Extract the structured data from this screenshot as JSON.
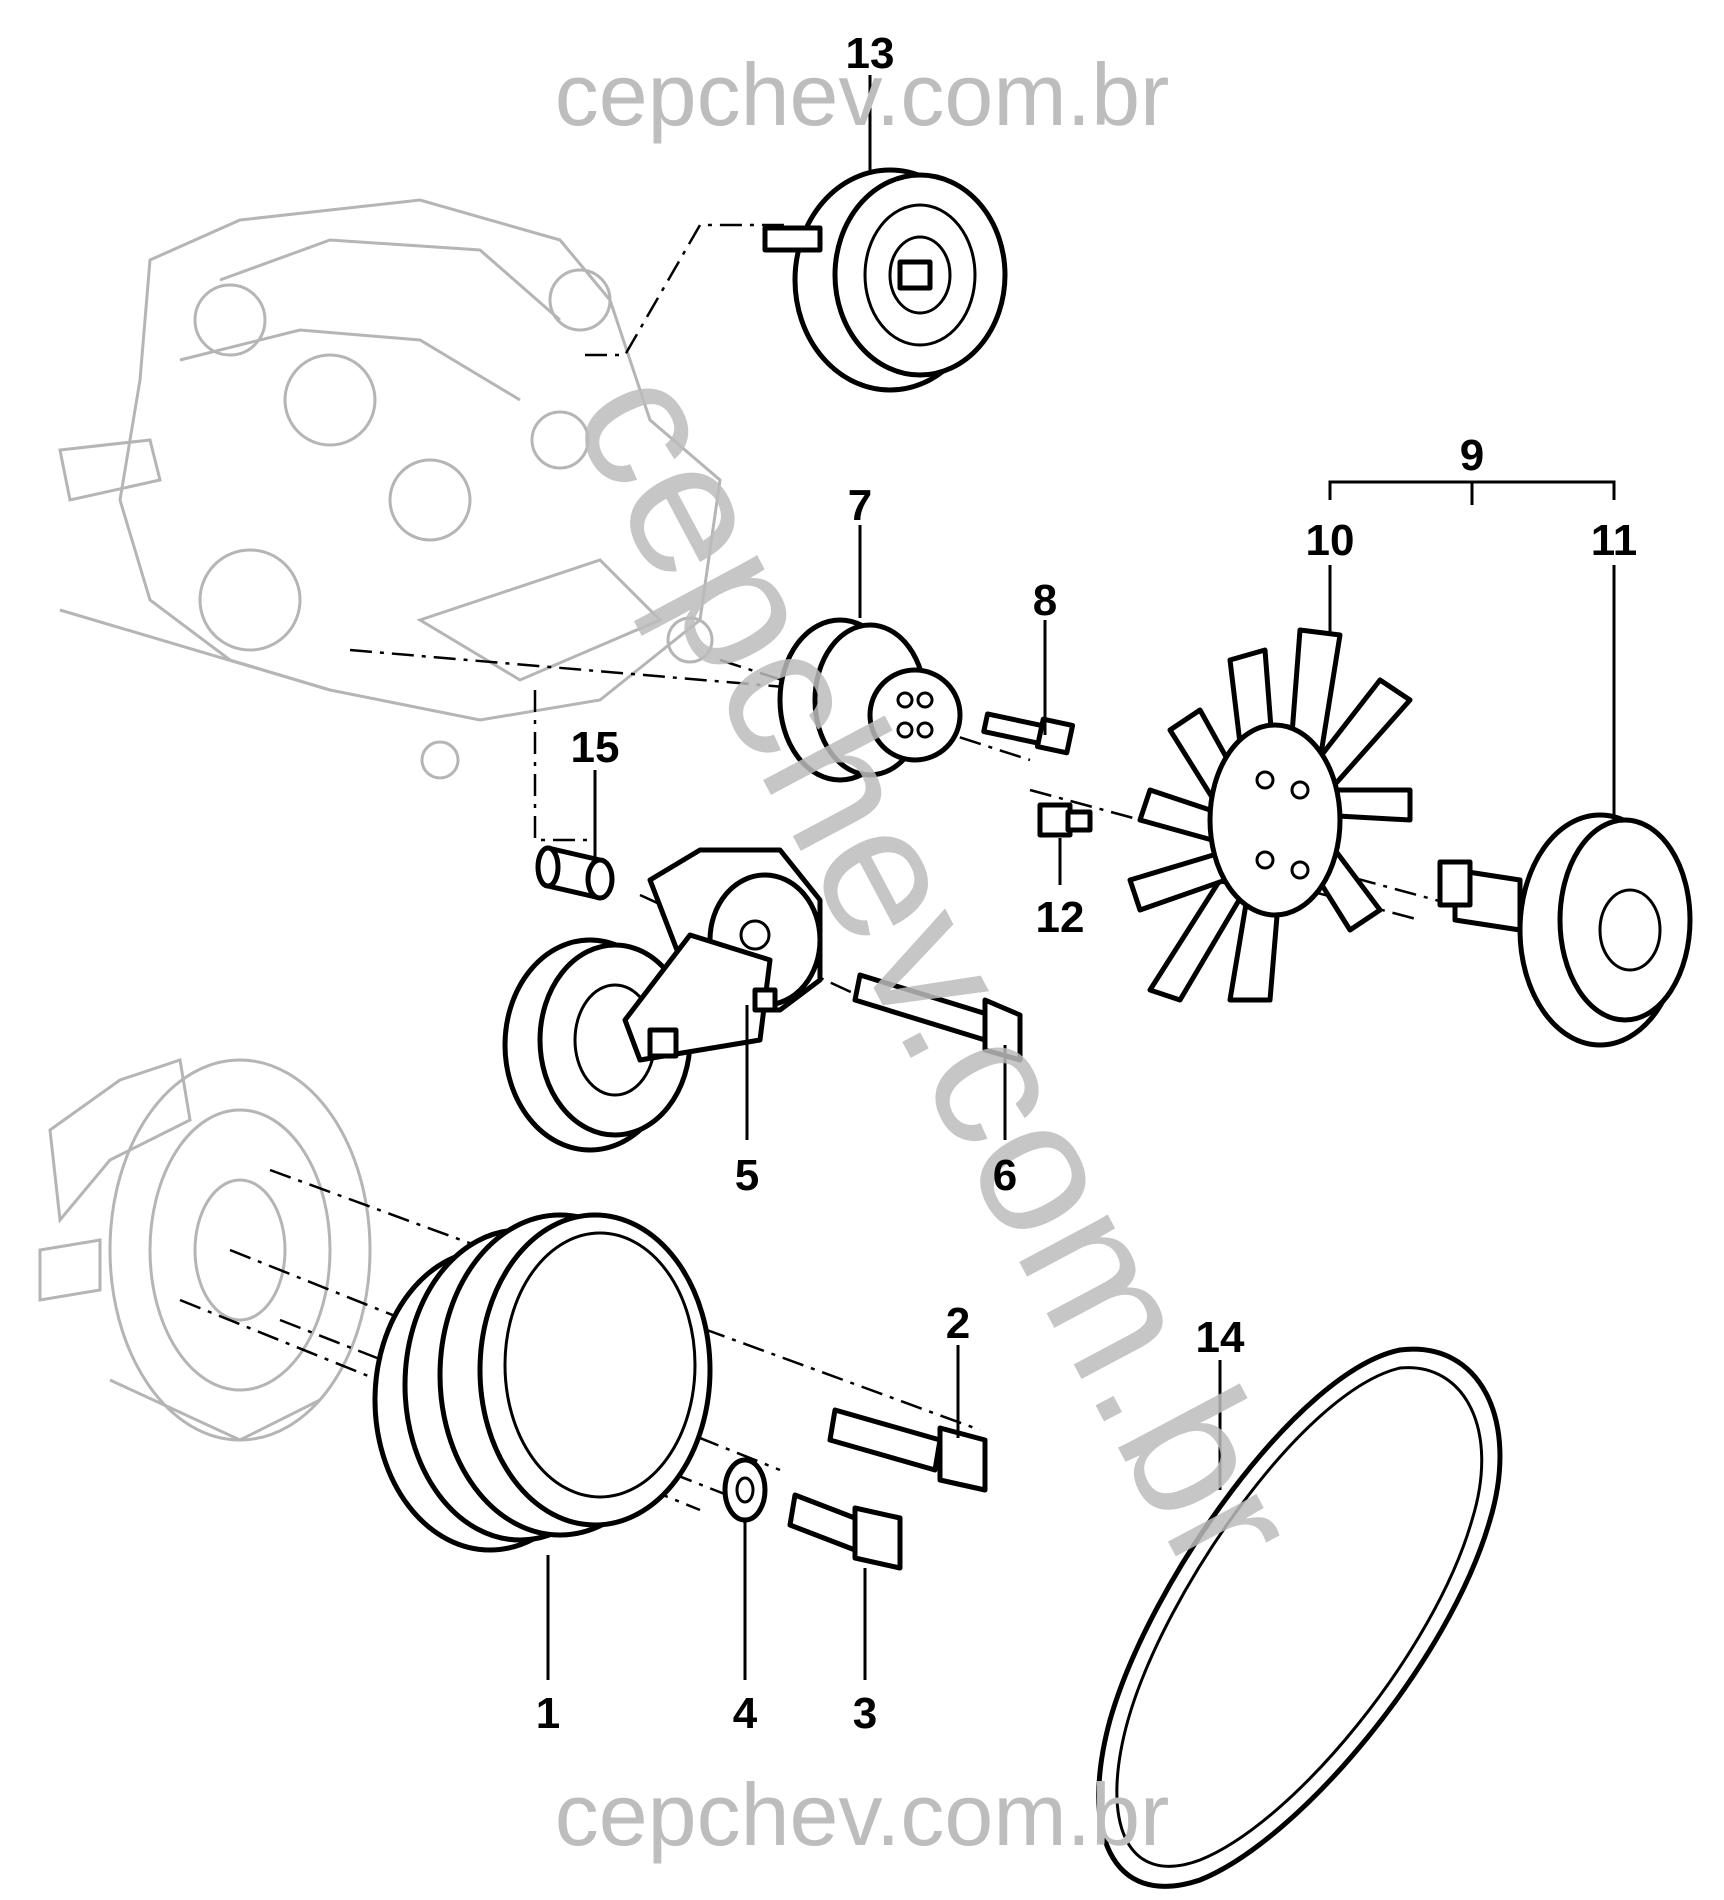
{
  "watermark": {
    "top": "cepchev.com.br",
    "diagonal": "cepchev.com.br",
    "bottom": "cepchev.com.br"
  },
  "callouts": {
    "c1": "1",
    "c2": "2",
    "c3": "3",
    "c4": "4",
    "c5": "5",
    "c6": "6",
    "c7": "7",
    "c8": "8",
    "c9": "9",
    "c10": "10",
    "c11": "11",
    "c12": "12",
    "c13": "13",
    "c14": "14",
    "c15": "15"
  }
}
